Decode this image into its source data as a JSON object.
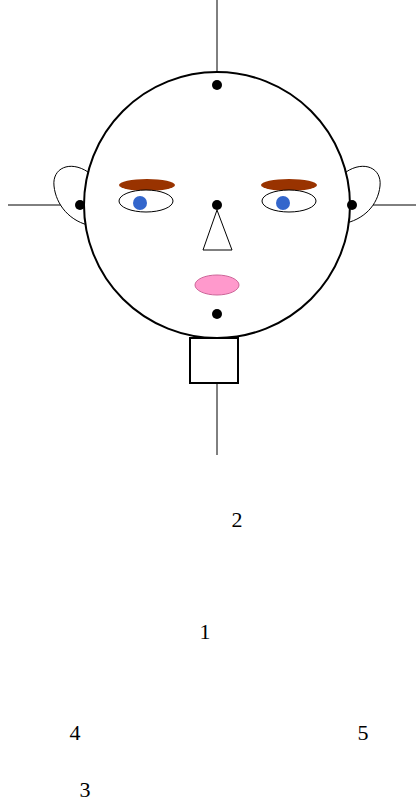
{
  "diagram": {
    "labels": [
      "2",
      "1",
      "4",
      "5",
      "3"
    ]
  }
}
